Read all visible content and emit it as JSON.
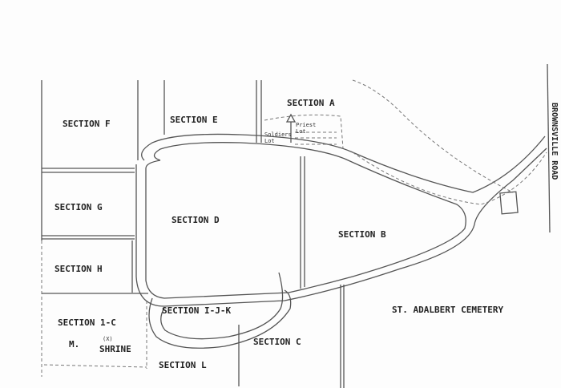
{
  "sections": {
    "a": "SECTION A",
    "b": "SECTION B",
    "c": "SECTION C",
    "d": "SECTION D",
    "e": "SECTION E",
    "f": "SECTION F",
    "g": "SECTION G",
    "h": "SECTION H",
    "ijk": "SECTION I-J-K",
    "l": "SECTION L",
    "one_c": "SECTION 1-C"
  },
  "lots": {
    "soldiers_1": "Soldiers",
    "soldiers_2": "Lot",
    "priest_1": "Priest",
    "priest_2": "Lot"
  },
  "markers": {
    "m": "M.",
    "shrine_symbol": "(X)",
    "shrine": "SHRINE"
  },
  "road": "BROWNSVILLE ROAD",
  "cemetery_name": "ST. ADALBERT CEMETERY"
}
